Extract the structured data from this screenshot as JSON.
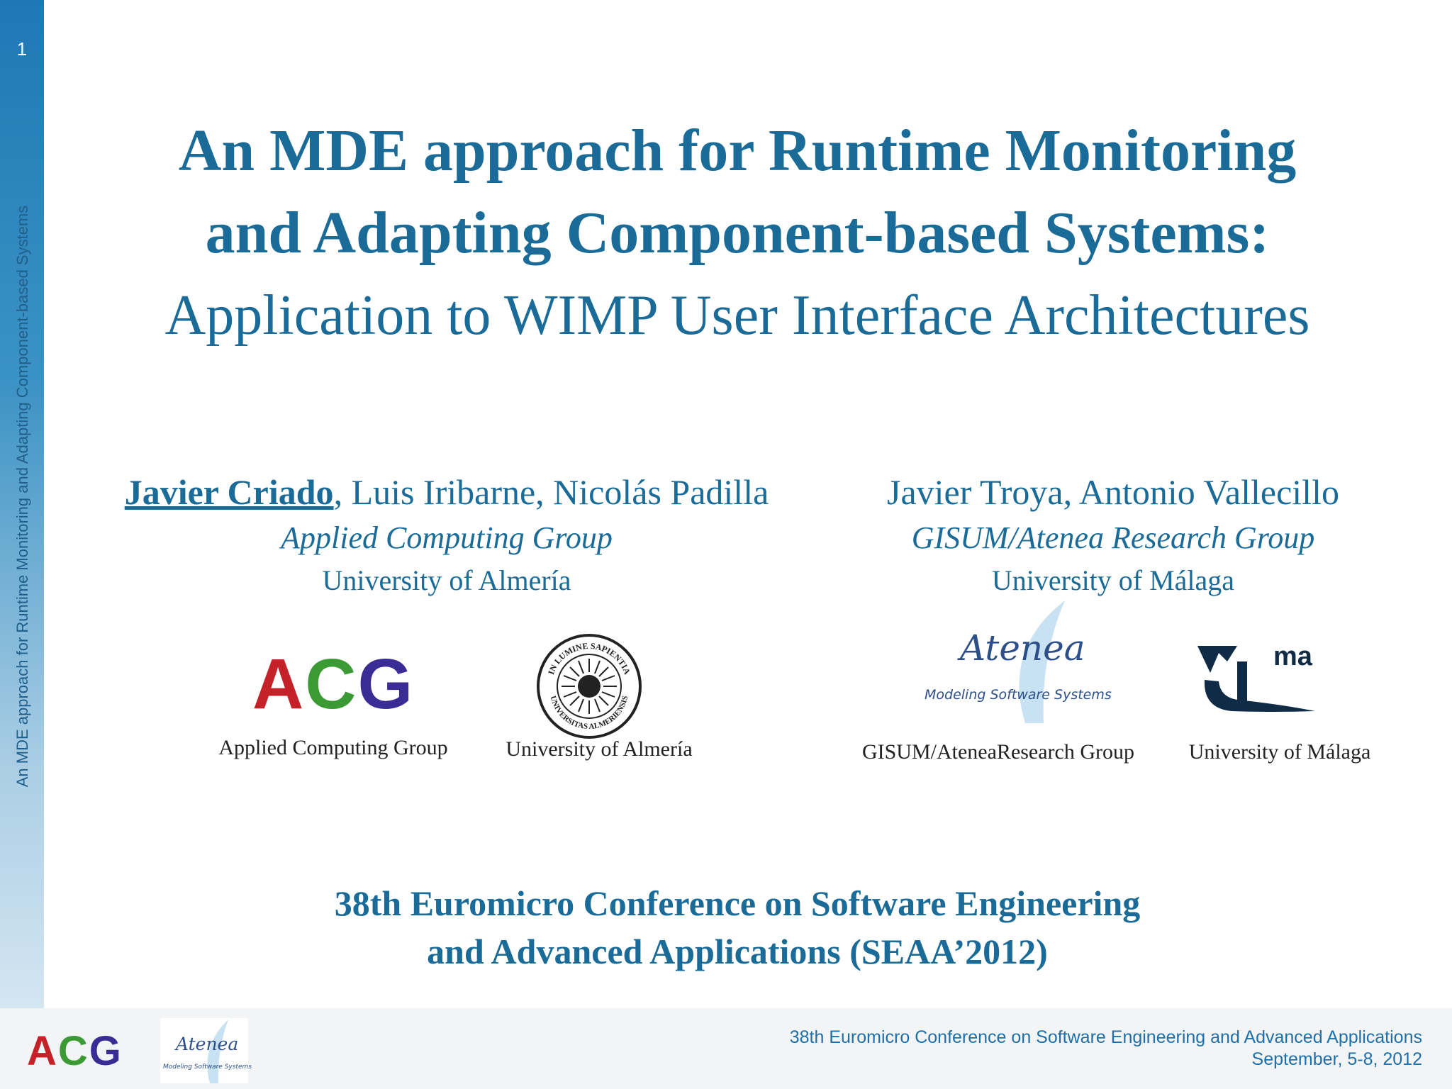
{
  "slide": {
    "number": "1",
    "running_title": "An MDE approach for Runtime Monitoring and Adapting Component-based Systems"
  },
  "title": {
    "line1": "An MDE approach for Runtime Monitoring",
    "line2": "and Adapting Component-based Systems:",
    "subtitle": "Application to WIMP User Interface Architectures"
  },
  "authors_left": {
    "presenter": "Javier Criado",
    "coauthors": ", Luis Iribarne, Nicolás Padilla",
    "group": "Applied Computing Group",
    "university": "University of Almería"
  },
  "authors_right": {
    "names": "Javier Troya, Antonio Vallecillo",
    "group": "GISUM/Atenea Research Group",
    "university": "University of Málaga"
  },
  "logos": {
    "acg": {
      "text": "ACG",
      "caption": "Applied Computing Group"
    },
    "ual": {
      "seal_text_top": "IN LUMINE SAPIENTIA",
      "seal_text_bottom": "UNIVERSITAS ALMERIENSIS",
      "caption": "University of  Almería"
    },
    "atenea": {
      "name": "Atenea",
      "tagline": "Modeling Software Systems",
      "caption": "GISUM/AteneaResearch Group"
    },
    "uma": {
      "text": "ma",
      "caption": "University of  Málaga"
    }
  },
  "conference": {
    "line1": "38th Euromicro Conference on Software Engineering",
    "line2": "and Advanced Applications (SEAA’2012)"
  },
  "footer": {
    "line1": "38th Euromicro Conference on Software Engineering and Advanced Applications",
    "line2": "September, 5-8, 2012",
    "acg_logo": "ACG",
    "atenea_logo": "Atenea",
    "atenea_tagline": "Modeling Software Systems"
  },
  "colors": {
    "accent": "#1b6b98",
    "acg_red": "#c42228",
    "acg_green": "#3b9a34",
    "acg_purple": "#3a2b95",
    "atenea_blue": "#2c4f8a",
    "uma_navy": "#0f2b45"
  }
}
